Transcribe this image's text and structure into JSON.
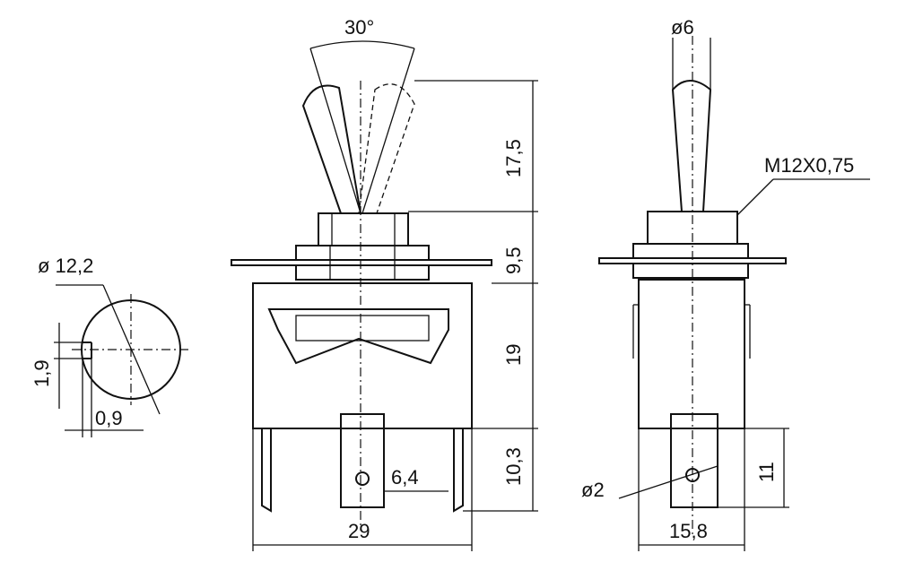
{
  "dimensions": {
    "angle": "30°",
    "lever_diameter": "ø6",
    "thread": "M12X0,75",
    "hole_diameter": "ø 12,2",
    "key_height": "1,9",
    "key_width": "0,9",
    "lever_height": "17,5",
    "bushing_height": "9,5",
    "body_height": "19",
    "terminal_height": "10,3",
    "terminal_width": "6,4",
    "body_width": "29",
    "terminal_hole": "ø2",
    "terminal_height_side": "11",
    "body_depth": "15,8"
  }
}
